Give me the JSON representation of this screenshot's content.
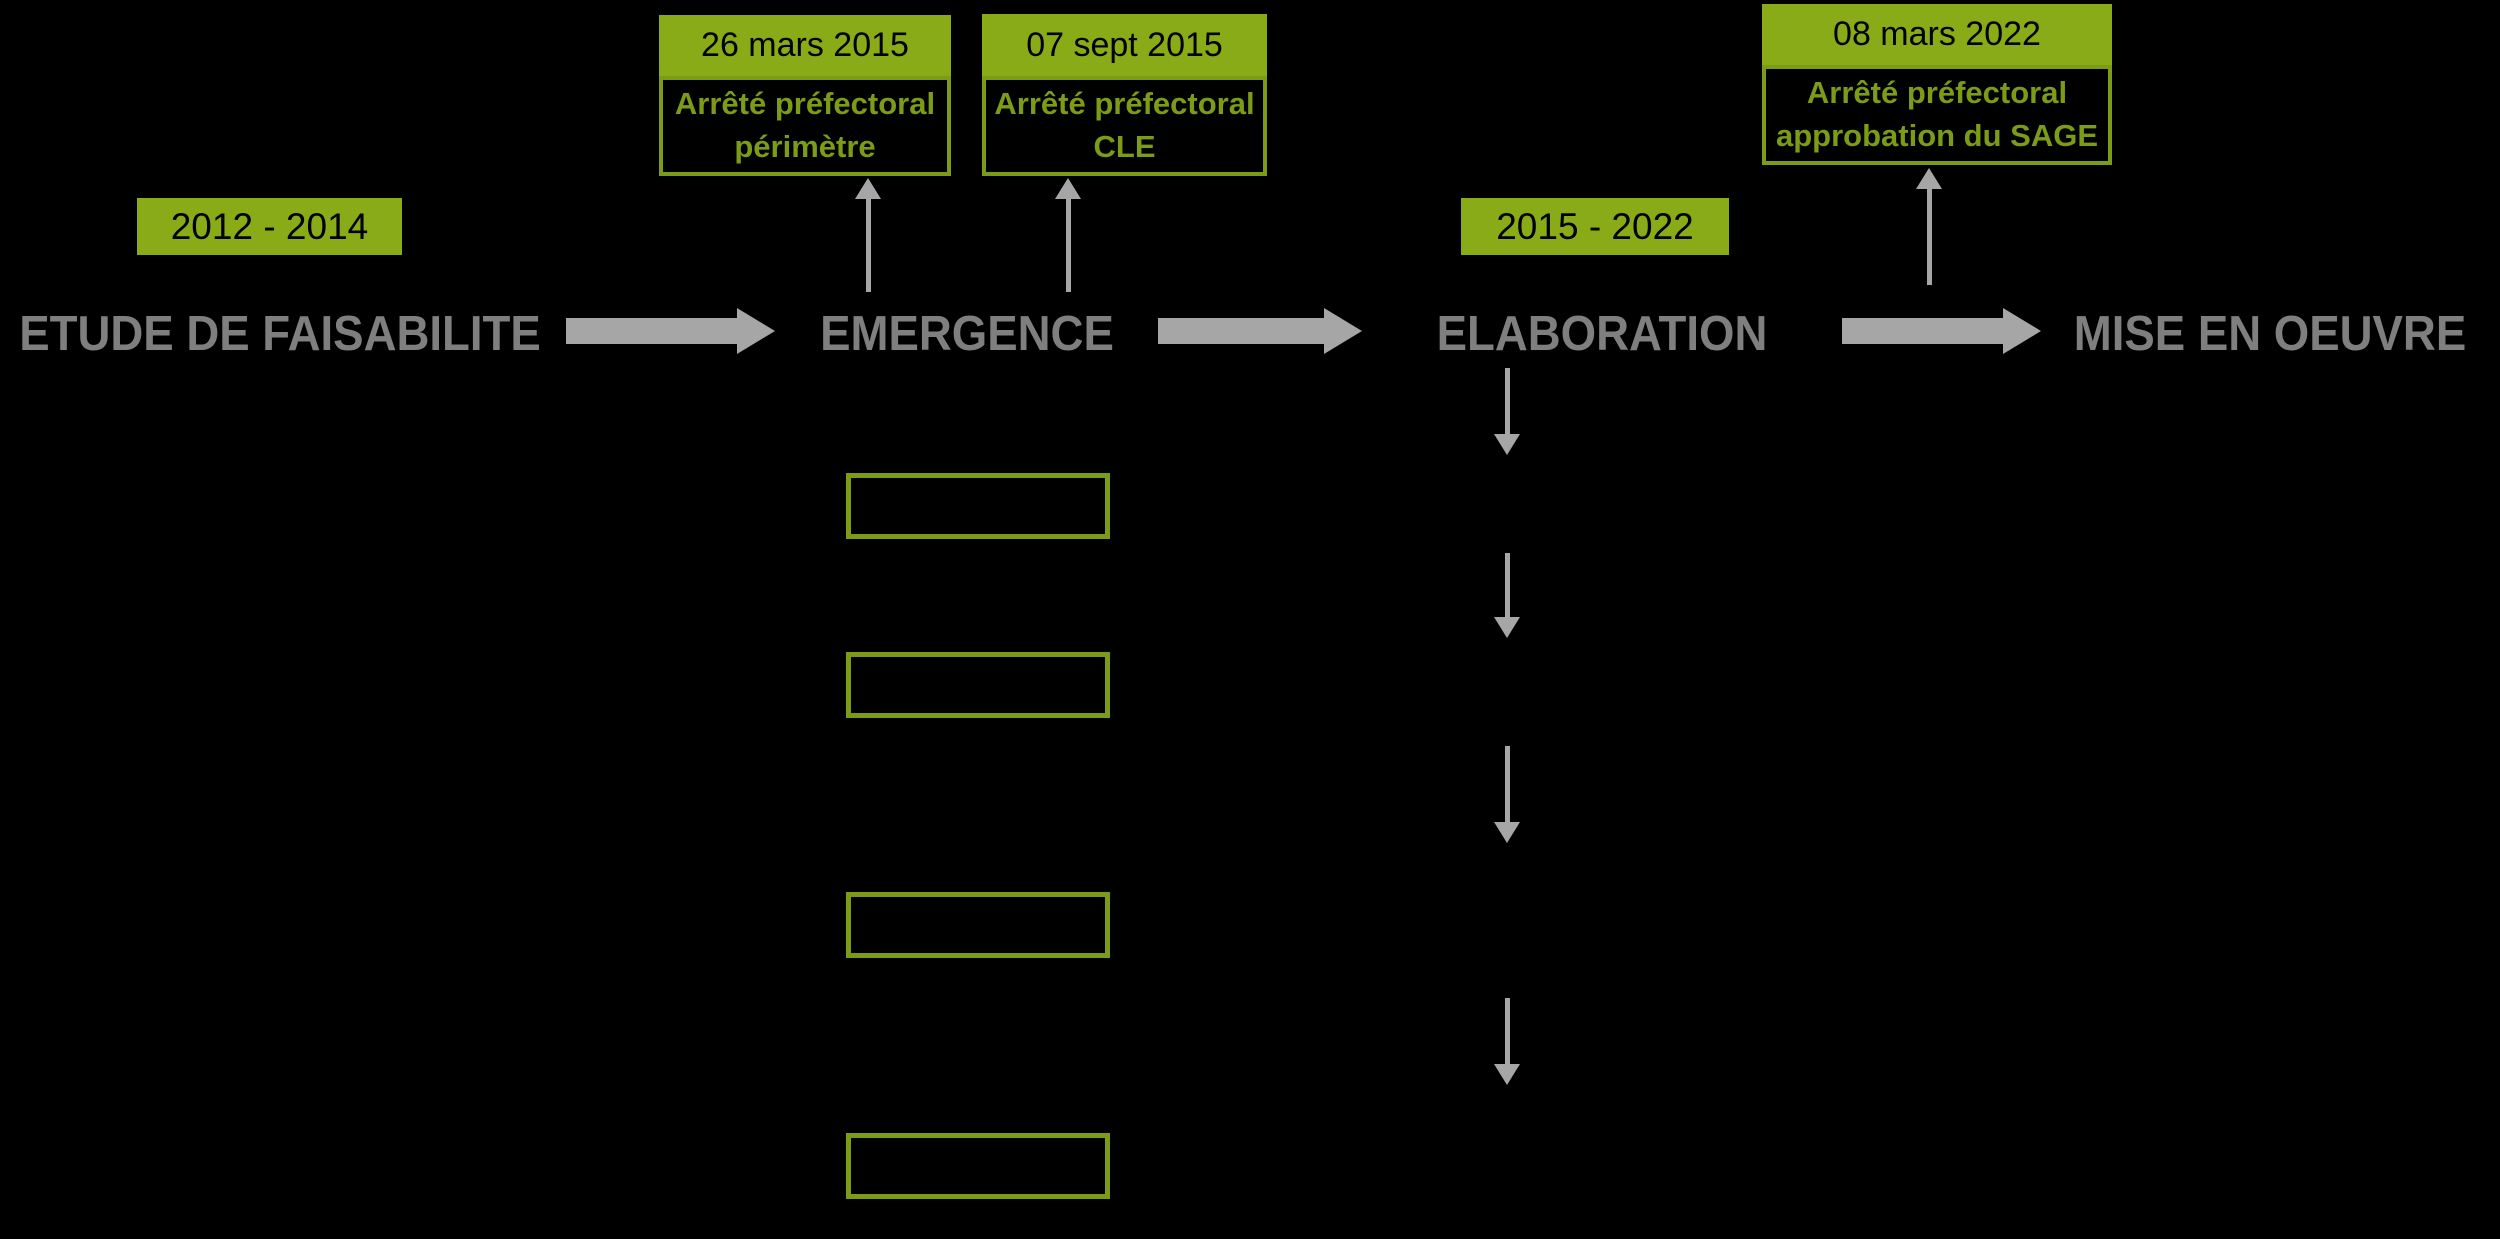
{
  "diagram": {
    "type": "process-timeline",
    "language": "fr",
    "colors": {
      "background": "#000000",
      "green_fill": "#8aab18",
      "green_line": "#7c9b16",
      "stage_text_gray": "#7f7f7f",
      "arrow_gray": "#a6a6a6"
    },
    "stages": [
      {
        "label": "ETUDE DE FAISABILITE",
        "period": "2012 - 2014"
      },
      {
        "label": "EMERGENCE",
        "period": ""
      },
      {
        "label": "ELABORATION",
        "period": "2015 - 2022"
      },
      {
        "label": "MISE EN OEUVRE",
        "period": ""
      }
    ],
    "milestones": [
      {
        "date": "26 mars 2015",
        "lines": [
          "Arrêté préfectoral",
          "périmètre"
        ]
      },
      {
        "date": "07 sept 2015",
        "lines": [
          "Arrêté préfectoral",
          "CLE"
        ]
      },
      {
        "date": "08 mars 2022",
        "lines": [
          "Arrêté préfectoral",
          "approbation du SAGE"
        ]
      }
    ],
    "emergence_placeholder_boxes": 4,
    "elaboration_down_arrows": 4
  }
}
